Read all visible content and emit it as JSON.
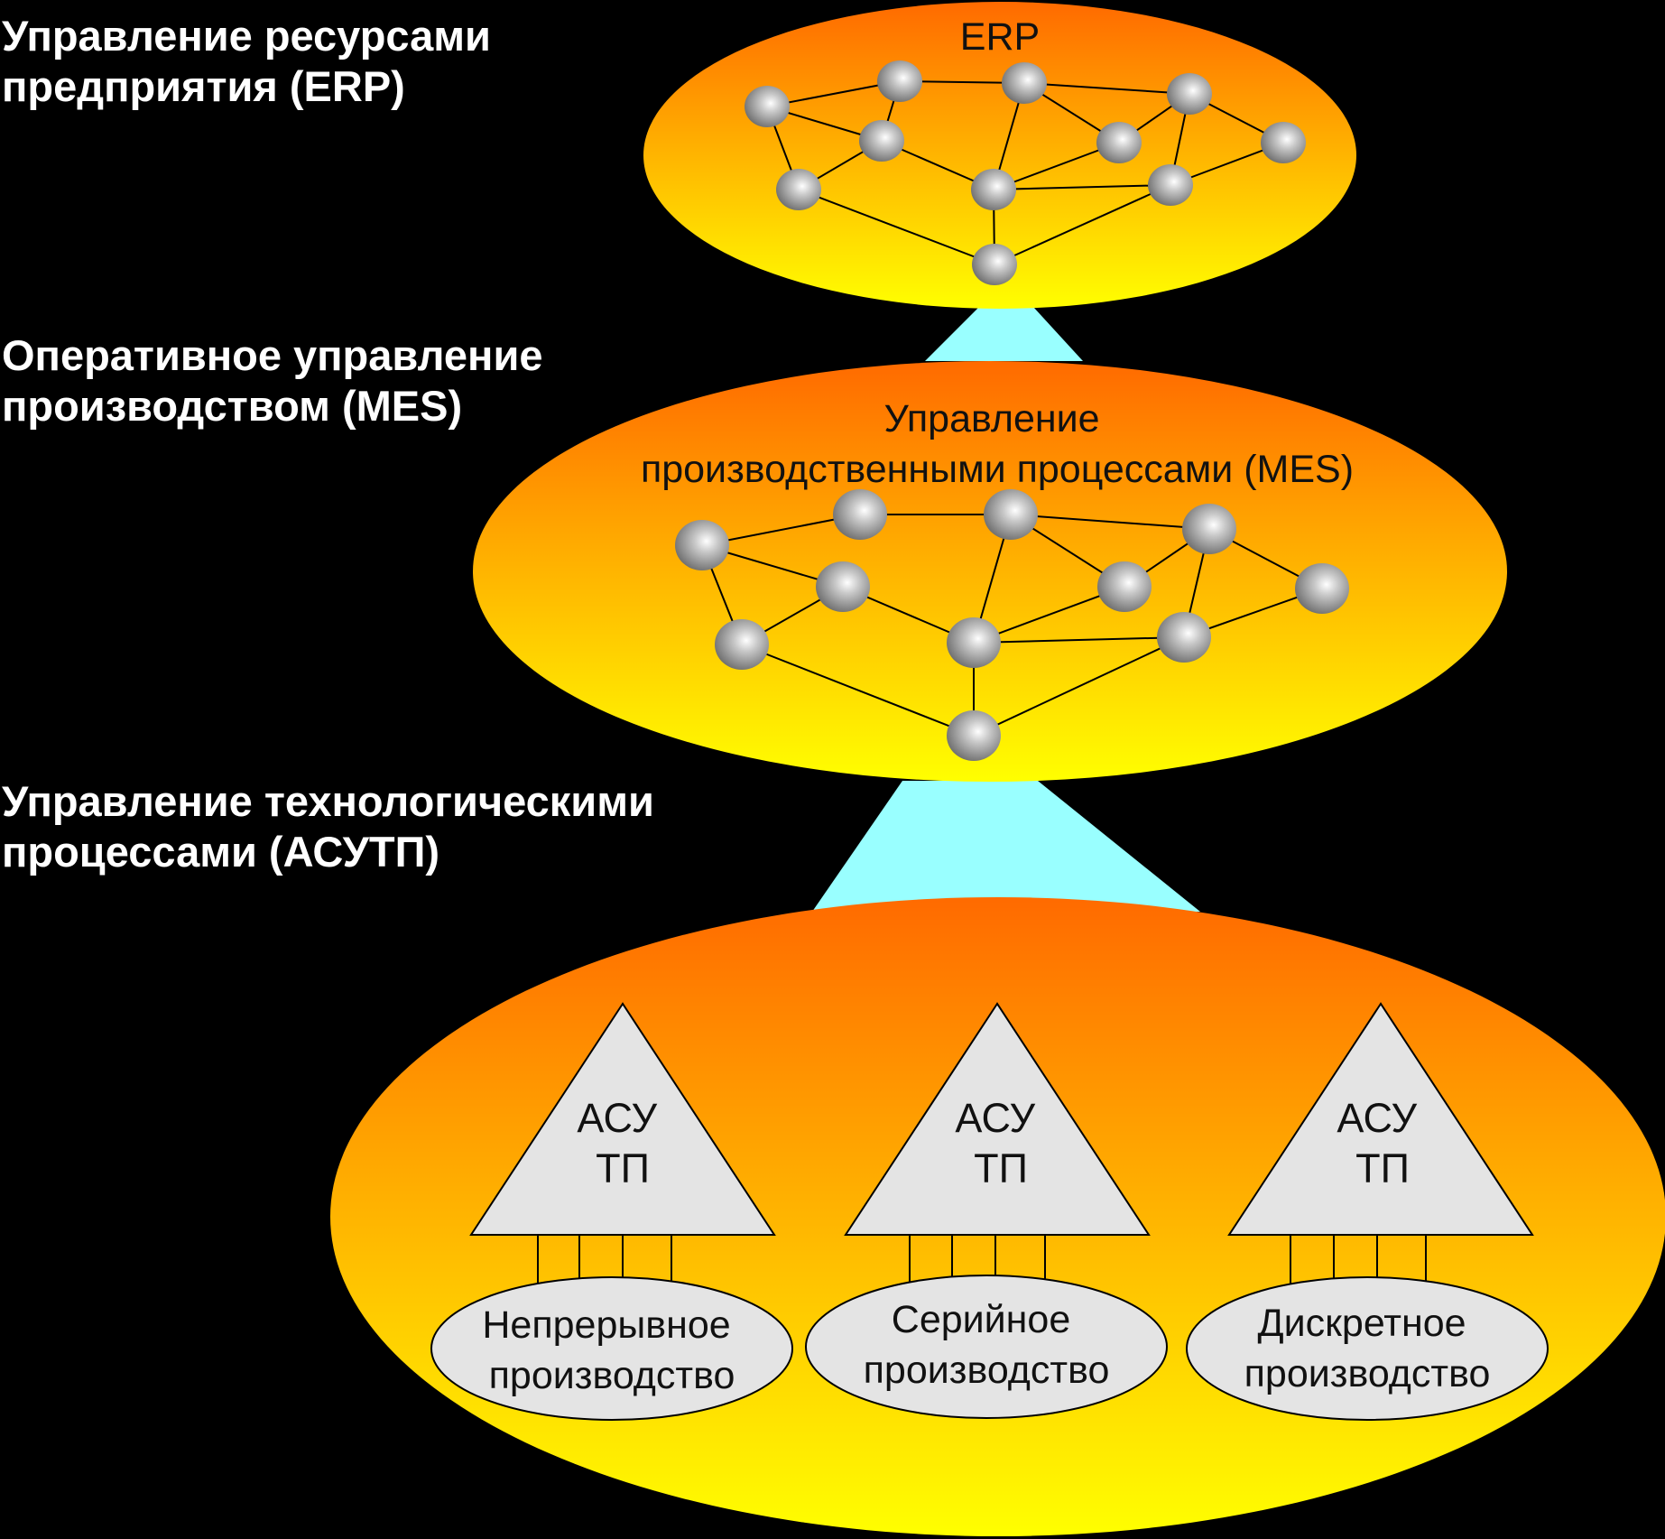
{
  "levels": [
    {
      "side_label": [
        "Управление ресурсами",
        "предприятия (ERP)"
      ],
      "ellipse_title": [
        "ERP"
      ]
    },
    {
      "side_label": [
        "Оперативное управление",
        "производством (MES)"
      ],
      "ellipse_title": [
        "Управление",
        "производственными процессами (MES)"
      ]
    },
    {
      "side_label": [
        "Управление технологическими",
        "процессами (АСУТП)"
      ],
      "systems": [
        {
          "triangle_label": [
            "АСУ",
            "ТП"
          ],
          "production_label": [
            "Непрерывное",
            "производство"
          ]
        },
        {
          "triangle_label": [
            "АСУ",
            "ТП"
          ],
          "production_label": [
            "Серийное",
            "производство"
          ]
        },
        {
          "triangle_label": [
            "АСУ",
            "ТП"
          ],
          "production_label": [
            "Дискретное",
            "производство"
          ]
        }
      ]
    }
  ],
  "colors": {
    "background": "#000000",
    "ellipse_top": "#ff6a00",
    "ellipse_bottom": "#ffff00",
    "connector": "#99ffff",
    "node": "#9a9a9a",
    "triangle_fill": "#e4e4e4"
  }
}
